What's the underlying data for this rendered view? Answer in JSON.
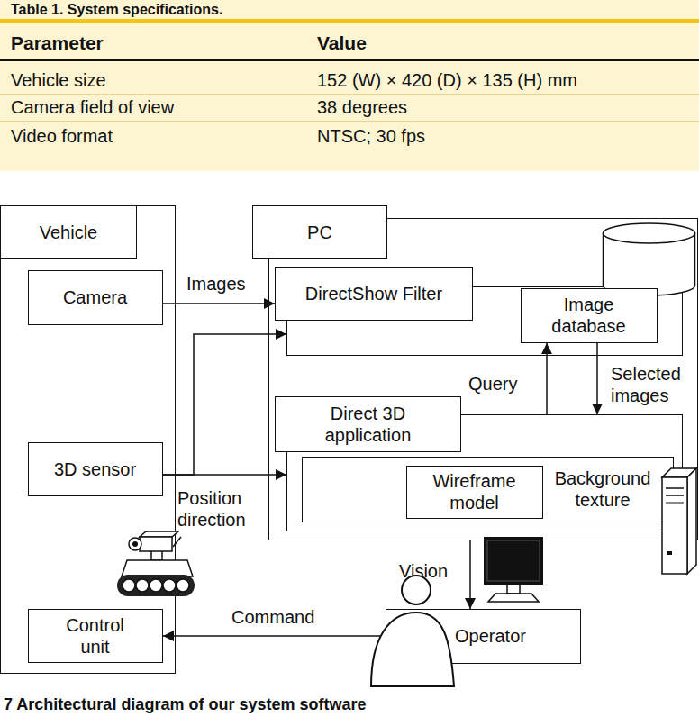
{
  "diagram": {
    "caption": "7 Architectural diagram of our system software",
    "nodes": [
      {
        "text": [
          "Vehicle"
        ]
      },
      {
        "text": [
          "Camera"
        ],
        "in": 0
      },
      {
        "text": [
          "3D sensor"
        ],
        "in": 0
      },
      {
        "text": [
          "Control unit"
        ],
        "in": 0
      },
      {
        "text": [
          "PC"
        ]
      },
      {
        "text": [
          "DirectShow Filter"
        ],
        "in": 4
      },
      {
        "text": [
          "Image database"
        ],
        "in": 5
      },
      {
        "text": [
          "Direct 3D application"
        ],
        "in": 4
      },
      {
        "text": [
          "Background texture"
        ],
        "in": 7
      },
      {
        "text": [
          "Wireframe model"
        ],
        "in": 8
      },
      {
        "text": [
          "Operator"
        ]
      }
    ],
    "edges": [
      {
        "from": 1,
        "to": 5,
        "label": "Images",
        "arrow": "to"
      },
      {
        "from": 2,
        "to": 5,
        "arrow": "to"
      },
      {
        "from": 2,
        "to": 7,
        "arrow": "to"
      },
      {
        "from": 7,
        "to": 6,
        "label": "Query",
        "arrow": "to"
      },
      {
        "from": 6,
        "to": 7,
        "label": "Selected images",
        "arrow": "to"
      },
      {
        "from": 4,
        "to": 10,
        "label": "Vision",
        "arrow": "to"
      },
      {
        "from": 10,
        "to": 3,
        "label": "Command",
        "arrow": "to"
      }
    ],
    "labels": [
      "Table 1. System specifications.",
      "Parameter",
      "Value",
      "Vehicle size",
      "152 (W) × 420 (D) × 135 (H) mm",
      "Camera field of view",
      "38 degrees",
      "Video format",
      "NTSC; 30 fps",
      "Position direction"
    ]
  }
}
